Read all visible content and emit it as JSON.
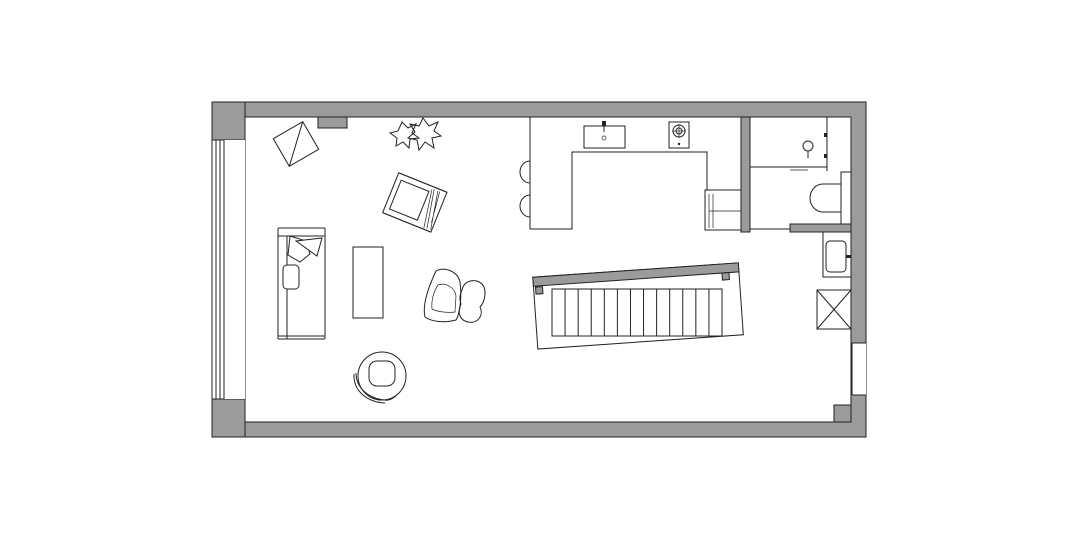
{
  "colors": {
    "background": "#ffffff",
    "wall": "#9b9b9b",
    "line": "#222222"
  },
  "plan": {
    "icons": [
      "floor-plan-walls",
      "window-glazing",
      "kitchen-counter",
      "sink",
      "stove",
      "bar-stool",
      "shower",
      "toilet",
      "washbasin",
      "storage-cabinet",
      "sofa",
      "coffee-table",
      "lounge-chair",
      "swivel-chair",
      "armchair",
      "ottoman",
      "side-table",
      "floor-plant",
      "staircase"
    ],
    "stair_treads": 13
  }
}
